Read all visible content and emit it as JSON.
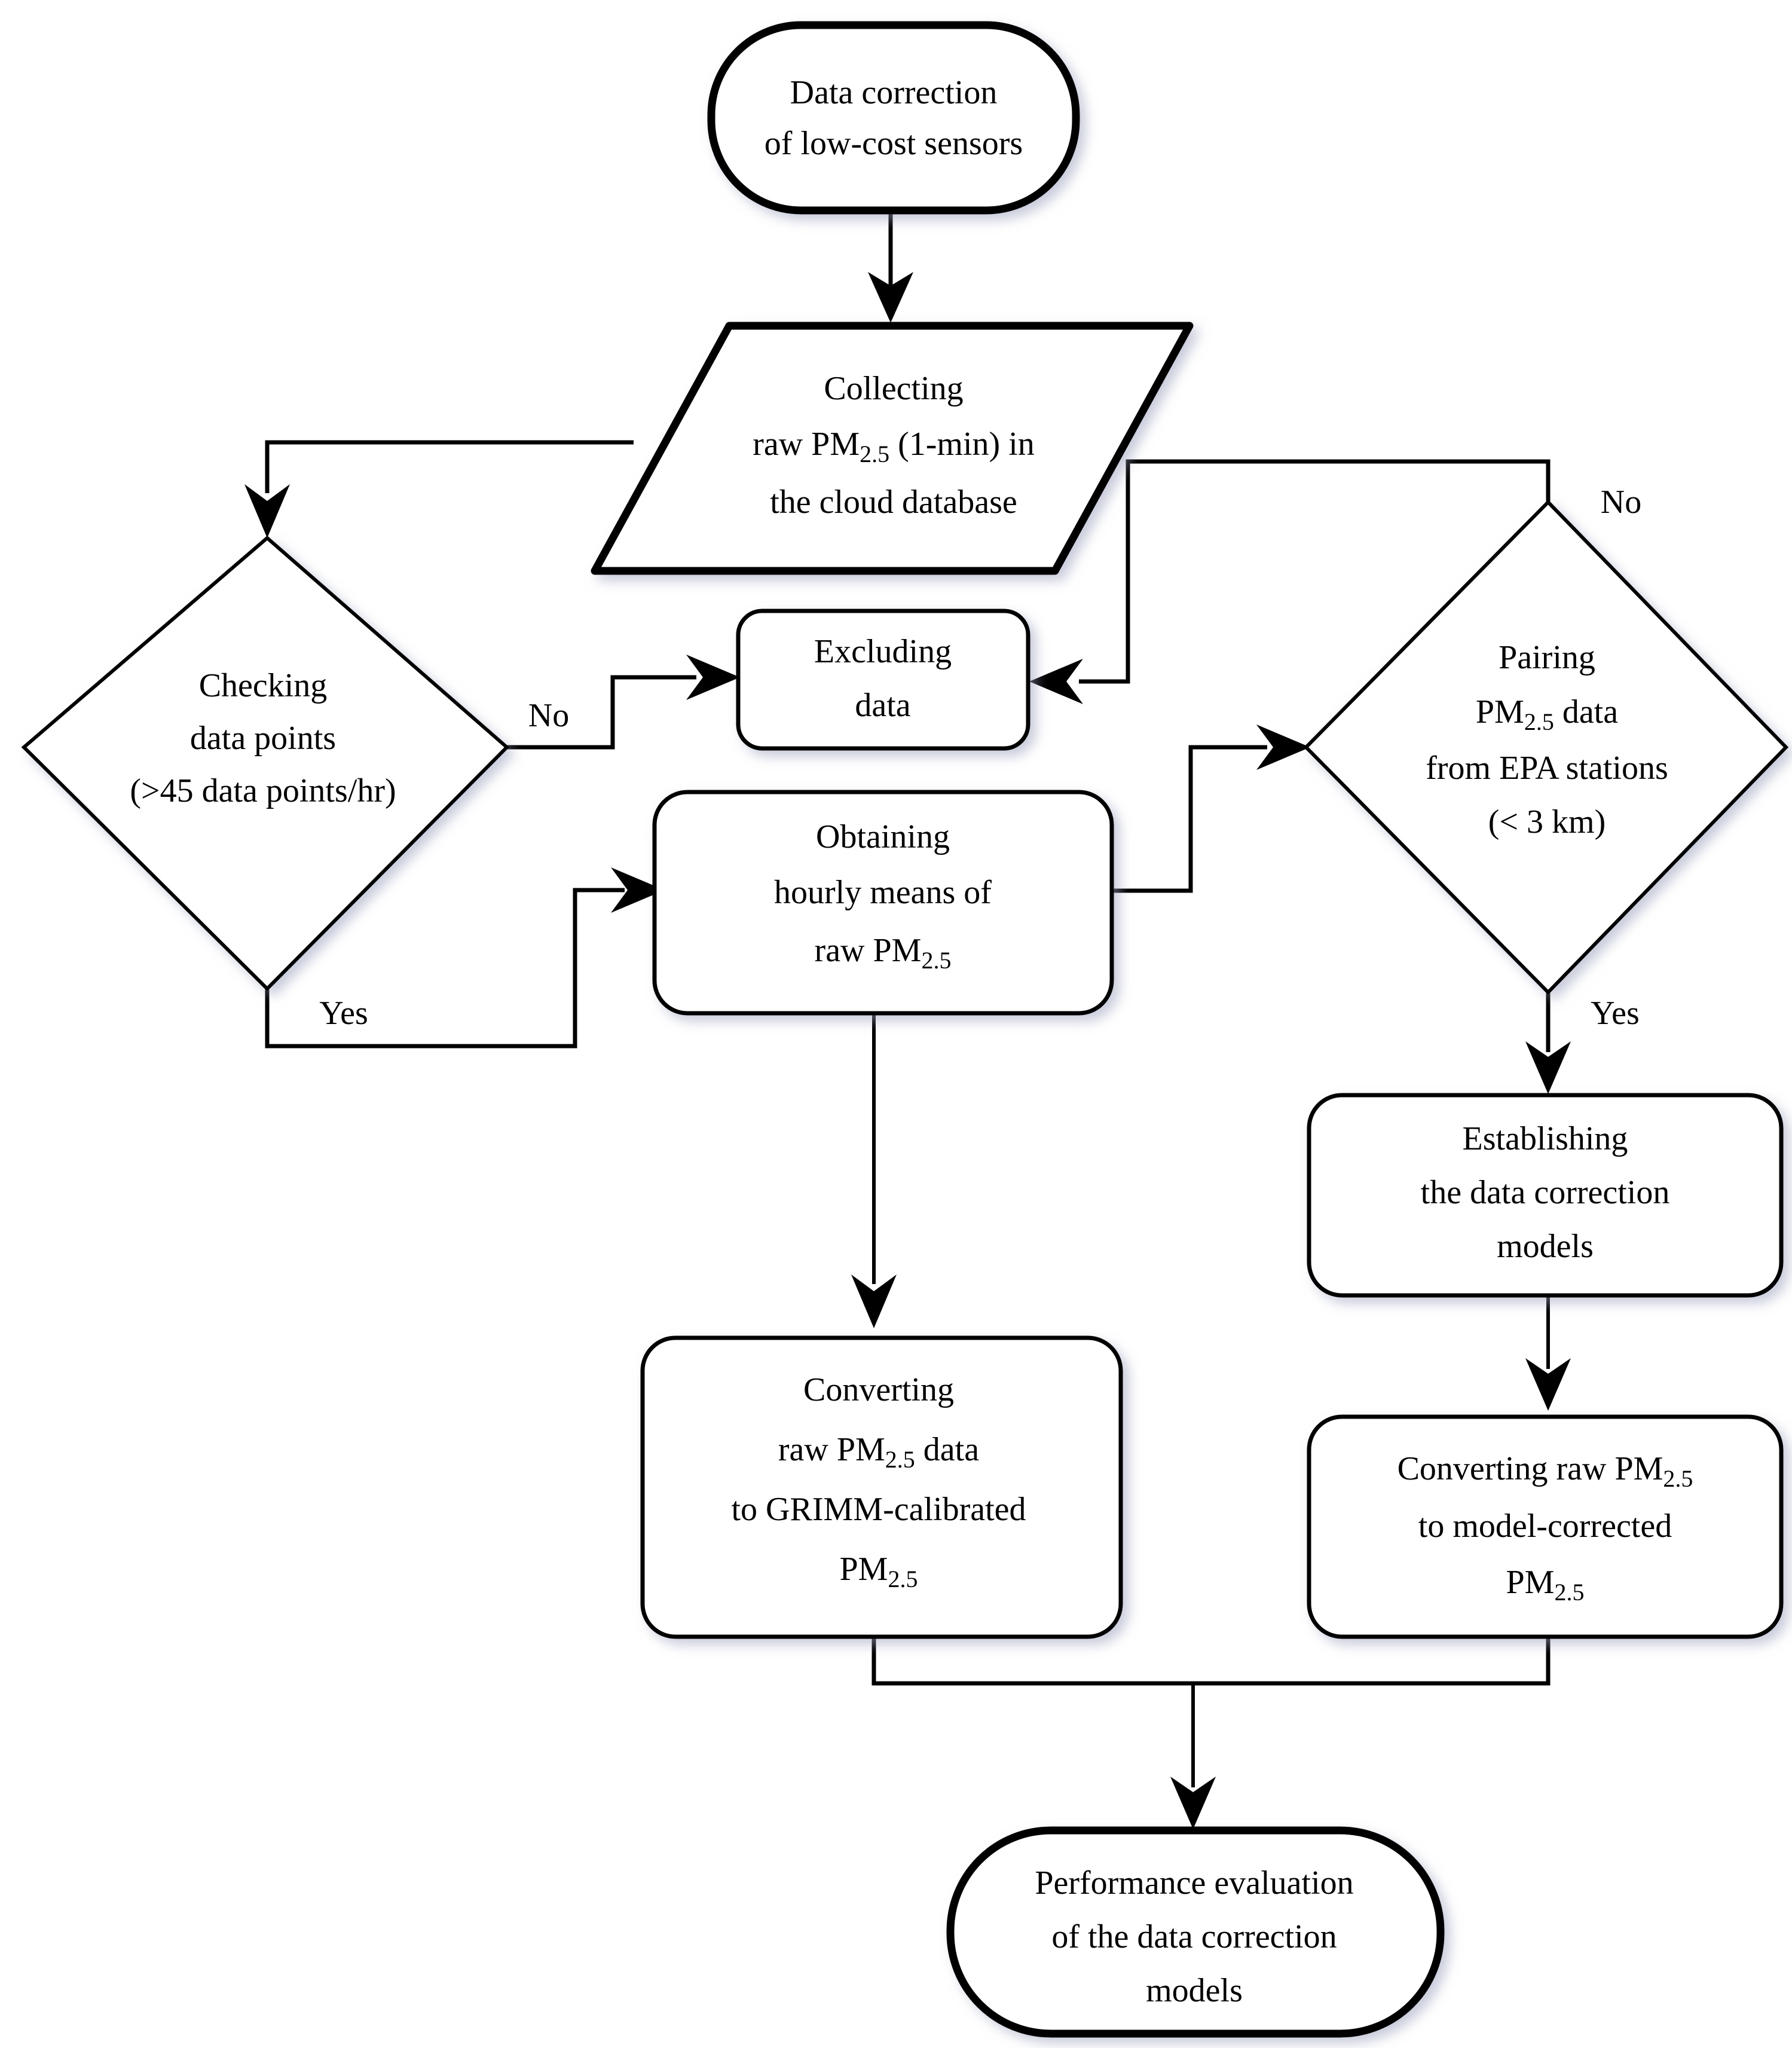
{
  "diagram": {
    "type": "flowchart",
    "title": "Data correction of low-cost sensors workflow",
    "orientation": "top-to-bottom",
    "colors": {
      "background": "#ffffff",
      "stroke": "#000000",
      "fill": "#ffffff"
    },
    "nodes": [
      {
        "id": "start",
        "shape": "terminal",
        "lines": [
          "Data correction",
          "of low-cost sensors"
        ]
      },
      {
        "id": "collect",
        "shape": "parallelogram",
        "lines_parts": [
          [
            {
              "t": "Collecting"
            }
          ],
          [
            {
              "t": "raw PM"
            },
            {
              "t": "2.5",
              "sub": true
            },
            {
              "t": " (1-min) in"
            }
          ],
          [
            {
              "t": "the cloud database"
            }
          ]
        ]
      },
      {
        "id": "check",
        "shape": "decision",
        "lines": [
          "Checking",
          "data points",
          "(>45 data points/hr)"
        ]
      },
      {
        "id": "exclude",
        "shape": "process",
        "lines": [
          "Excluding",
          "data"
        ]
      },
      {
        "id": "hourly",
        "shape": "process",
        "lines_parts": [
          [
            {
              "t": "Obtaining"
            }
          ],
          [
            {
              "t": "hourly means of"
            }
          ],
          [
            {
              "t": "raw PM"
            },
            {
              "t": "2.5",
              "sub": true
            }
          ]
        ]
      },
      {
        "id": "pairing",
        "shape": "decision",
        "lines_parts": [
          [
            {
              "t": "Pairing"
            }
          ],
          [
            {
              "t": "PM"
            },
            {
              "t": "2.5",
              "sub": true
            },
            {
              "t": " data"
            }
          ],
          [
            {
              "t": "from EPA stations"
            }
          ],
          [
            {
              "t": "(< 3 km)"
            }
          ]
        ]
      },
      {
        "id": "establish",
        "shape": "process",
        "lines": [
          "Establishing",
          "the data correction",
          "models"
        ]
      },
      {
        "id": "grimm",
        "shape": "process",
        "lines_parts": [
          [
            {
              "t": "Converting"
            }
          ],
          [
            {
              "t": "raw PM"
            },
            {
              "t": "2.5",
              "sub": true
            },
            {
              "t": " data"
            }
          ],
          [
            {
              "t": "to GRIMM-calibrated"
            }
          ],
          [
            {
              "t": "PM"
            },
            {
              "t": "2.5",
              "sub": true
            }
          ]
        ]
      },
      {
        "id": "modelcorr",
        "shape": "process",
        "lines_parts": [
          [
            {
              "t": "Converting raw PM"
            },
            {
              "t": "2.5",
              "sub": true
            }
          ],
          [
            {
              "t": "to model-corrected"
            }
          ],
          [
            {
              "t": "PM"
            },
            {
              "t": "2.5",
              "sub": true
            }
          ]
        ]
      },
      {
        "id": "end",
        "shape": "terminal",
        "lines": [
          "Performance evaluation",
          "of  the data correction",
          "models"
        ]
      }
    ],
    "edge_labels": {
      "check_no": "No",
      "check_yes": "Yes",
      "pairing_no": "No",
      "pairing_yes": "Yes"
    },
    "edges": [
      {
        "from": "start",
        "to": "collect",
        "label": ""
      },
      {
        "from": "collect",
        "to": "check",
        "label": ""
      },
      {
        "from": "collect",
        "to": "pairing",
        "label": ""
      },
      {
        "from": "check",
        "to": "exclude",
        "label": "No"
      },
      {
        "from": "check",
        "to": "hourly",
        "label": "Yes"
      },
      {
        "from": "hourly",
        "to": "pairing",
        "label": ""
      },
      {
        "from": "pairing",
        "to": "exclude",
        "label": "No"
      },
      {
        "from": "pairing",
        "to": "establish",
        "label": "Yes"
      },
      {
        "from": "hourly",
        "to": "grimm",
        "label": ""
      },
      {
        "from": "establish",
        "to": "modelcorr",
        "label": ""
      },
      {
        "from": "grimm",
        "to": "end",
        "label": ""
      },
      {
        "from": "modelcorr",
        "to": "end",
        "label": ""
      }
    ]
  }
}
